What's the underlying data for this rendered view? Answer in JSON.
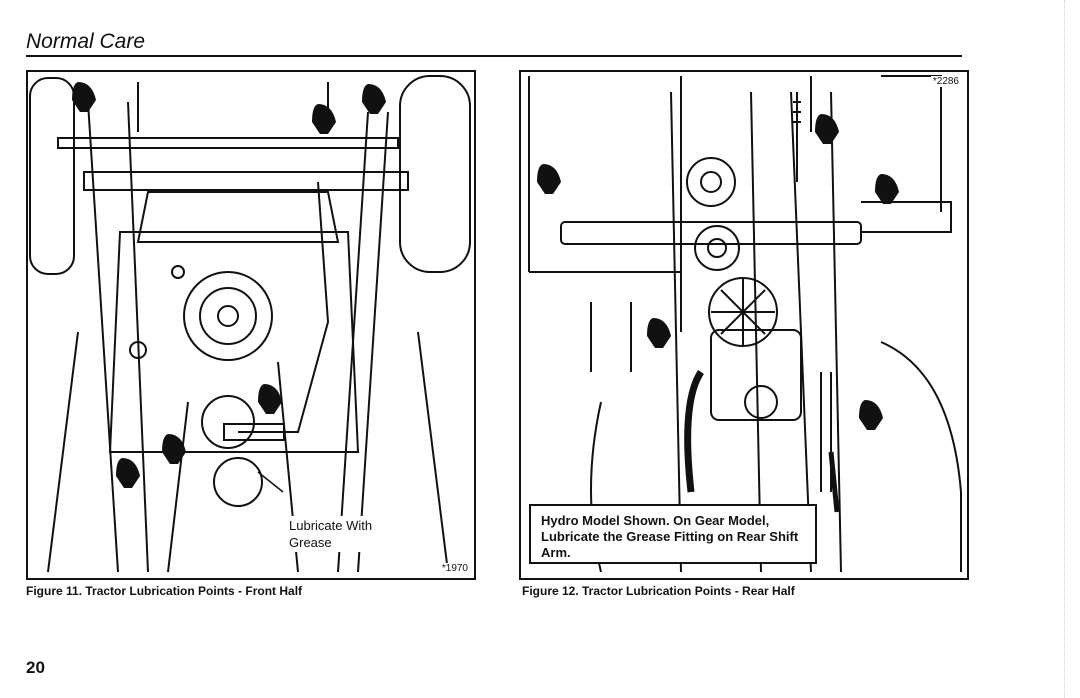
{
  "header": {
    "section_title": "Normal Care"
  },
  "figure_11": {
    "number_label": "*1970",
    "callout": "Lubricate With Grease",
    "caption": "Figure 11. Tractor Lubrication Points - Front Half"
  },
  "figure_12": {
    "number_label": "*2286",
    "callout": "Hydro Model Shown. On Gear Model, Lubricate the Grease Fitting on Rear Shift Arm.",
    "caption": "Figure 12. Tractor Lubrication Points - Rear Half"
  },
  "footer": {
    "page_number": "20"
  }
}
